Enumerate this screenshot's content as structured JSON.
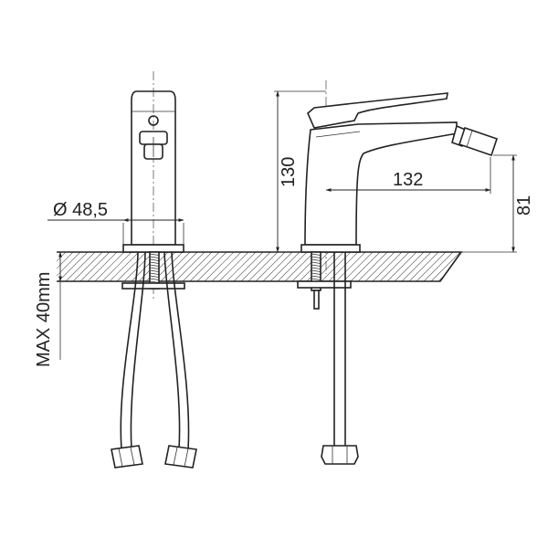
{
  "dimensions": {
    "diameter": "Ø 48,5",
    "height": "130",
    "reach": "132",
    "spout_height": "81",
    "max_thickness": "MAX 40mm"
  }
}
